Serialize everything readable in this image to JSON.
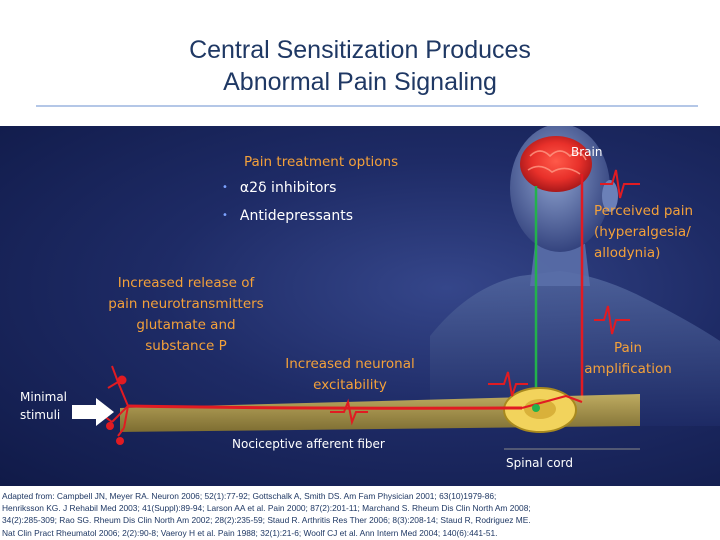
{
  "title": {
    "line1": "Central Sensitization Produces",
    "line2": "Abnormal Pain Signaling"
  },
  "diagram": {
    "treatment_heading": "Pain treatment options",
    "treatments": [
      "α2δ inhibitors",
      "Antidepressants"
    ],
    "brain": "Brain",
    "perceived_pain": [
      "Perceived pain",
      "(hyperalgesia/",
      "allodynia)"
    ],
    "release": [
      "Increased release of",
      "pain neurotransmitters",
      "glutamate and",
      "substance P"
    ],
    "excitability": [
      "Increased neuronal",
      "excitability"
    ],
    "pain_amplification": [
      "Pain",
      "amplification"
    ],
    "minimal_stimuli": [
      "Minimal",
      "stimuli"
    ],
    "nociceptive_fiber": "Nociceptive afferent fiber",
    "spinal_cord": "Spinal cord"
  },
  "citation": [
    "Adapted from: Campbell JN, Meyer RA. Neuron 2006; 52(1):77-92; Gottschalk A, Smith DS. Am Fam Physician 2001; 63(10)1979-86;",
    "Henriksson KG. J Rehabil Med 2003; 41(Suppl):89-94; Larson AA et al. Pain 2000; 87(2):201-11; Marchand S. Rheum Dis Clin North Am 2008;",
    "34(2):285-309; Rao SG. Rheum Dis Clin North Am 2002; 28(2):235-59; Staud R. Arthritis Res Ther 2006; 8(3):208-14; Staud R, Rodriguez ME.",
    "Nat Clin Pract Rheumatol 2006; 2(2):90-8; Vaeroy H et al. Pain 1988; 32(1):21-6; Woolf CJ et al. Ann Intern Med 2004; 140(6):441-51."
  ],
  "colors": {
    "title": "#1f3864",
    "label_orange": "#f4a13a",
    "panel": "#1e2b66",
    "nerve": "#e11b22",
    "ascending": "#22b24c",
    "spinal_cord": "#f2d35c"
  }
}
